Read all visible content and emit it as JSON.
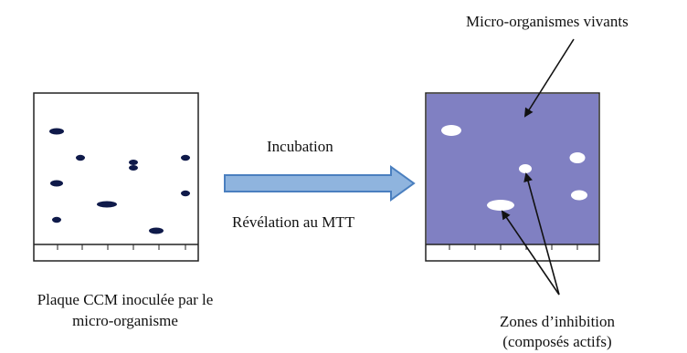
{
  "labels": {
    "living_microorganisms": "Micro-organismes vivants",
    "incubation": "Incubation",
    "mtt_revelation": "Révélation au MTT",
    "left_plate_caption_line1": "Plaque CCM inoculée par le",
    "left_plate_caption_line2": "micro-organisme",
    "inhibition_line1": "Zones d’inhibition",
    "inhibition_line2": "(composés actifs)"
  },
  "colors": {
    "plate_background_revealed": "#8080c2",
    "spot_color": "#0f1a4a",
    "arrow_fill": "#8fb4de",
    "arrow_stroke": "#4a7fbf",
    "inhibition_zone": "#ffffff"
  }
}
